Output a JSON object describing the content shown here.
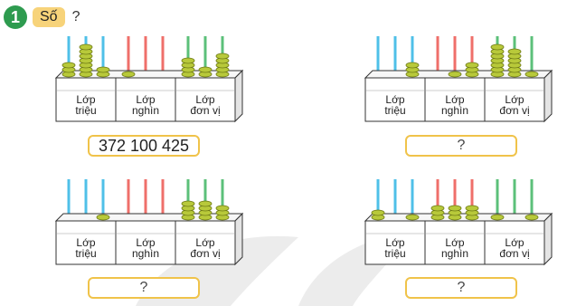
{
  "exercise": {
    "number": "1",
    "badge": "Số",
    "prompt": "?"
  },
  "class_labels": [
    {
      "line1": "Lớp",
      "line2": "triệu"
    },
    {
      "line1": "Lớp",
      "line2": "nghìn"
    },
    {
      "line1": "Lớp",
      "line2": "đơn vị"
    }
  ],
  "colors": {
    "rod_millions": "#4fc0e8",
    "rod_thousands": "#ef6f6a",
    "rod_units": "#5cc07a",
    "bead": "#b8c93a",
    "answer_border": "#f0c34a",
    "badge_green": "#2e9b4f",
    "badge_yellow": "#f7d37a"
  },
  "abaci": [
    {
      "id": "a",
      "digits": [
        3,
        7,
        2,
        1,
        0,
        0,
        4,
        2,
        5
      ],
      "answer": "372 100 425"
    },
    {
      "id": "b",
      "digits": [
        0,
        0,
        3,
        0,
        1,
        3,
        7,
        6,
        1
      ],
      "answer": "?"
    },
    {
      "id": "c",
      "digits": [
        0,
        0,
        1,
        0,
        0,
        0,
        4,
        4,
        3
      ],
      "answer": "?"
    },
    {
      "id": "d",
      "digits": [
        2,
        0,
        1,
        3,
        3,
        3,
        1,
        0,
        1
      ],
      "answer": "?"
    }
  ]
}
